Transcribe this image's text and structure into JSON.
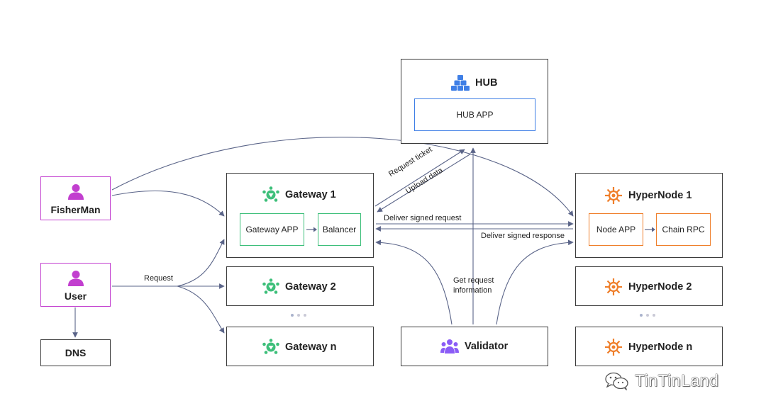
{
  "actors": {
    "fisherman": "FisherMan",
    "user": "User",
    "dns": "DNS"
  },
  "hub": {
    "title": "HUB",
    "app": "HUB APP"
  },
  "gateways": {
    "g1_title": "Gateway 1",
    "g1_app": "Gateway APP",
    "g1_balancer": "Balancer",
    "g2_title": "Gateway 2",
    "gn_title": "Gateway n"
  },
  "hypernodes": {
    "h1_title": "HyperNode 1",
    "h1_app": "Node APP",
    "h1_rpc": "Chain RPC",
    "h2_title": "HyperNode 2",
    "hn_title": "HyperNode n"
  },
  "validator": {
    "title": "Validator"
  },
  "edge_labels": {
    "request": "Request",
    "request_ticket": "Request ticket",
    "upload_data": "Upload data",
    "deliver_signed_request": "Deliver signed request",
    "deliver_signed_response": "Deliver signed response",
    "get_request_line1": "Get request",
    "get_request_line2": "information"
  },
  "watermark": {
    "text": "TinTinLand",
    "icon": "wechat-icon"
  },
  "colors": {
    "actor_border": "#c23fcf",
    "gateway_accent": "#3dbf7a",
    "hypernode_accent": "#ef7f2b",
    "hub_accent": "#3f7fe6",
    "validator_accent": "#8b5cf6",
    "edge": "#5a6488"
  }
}
